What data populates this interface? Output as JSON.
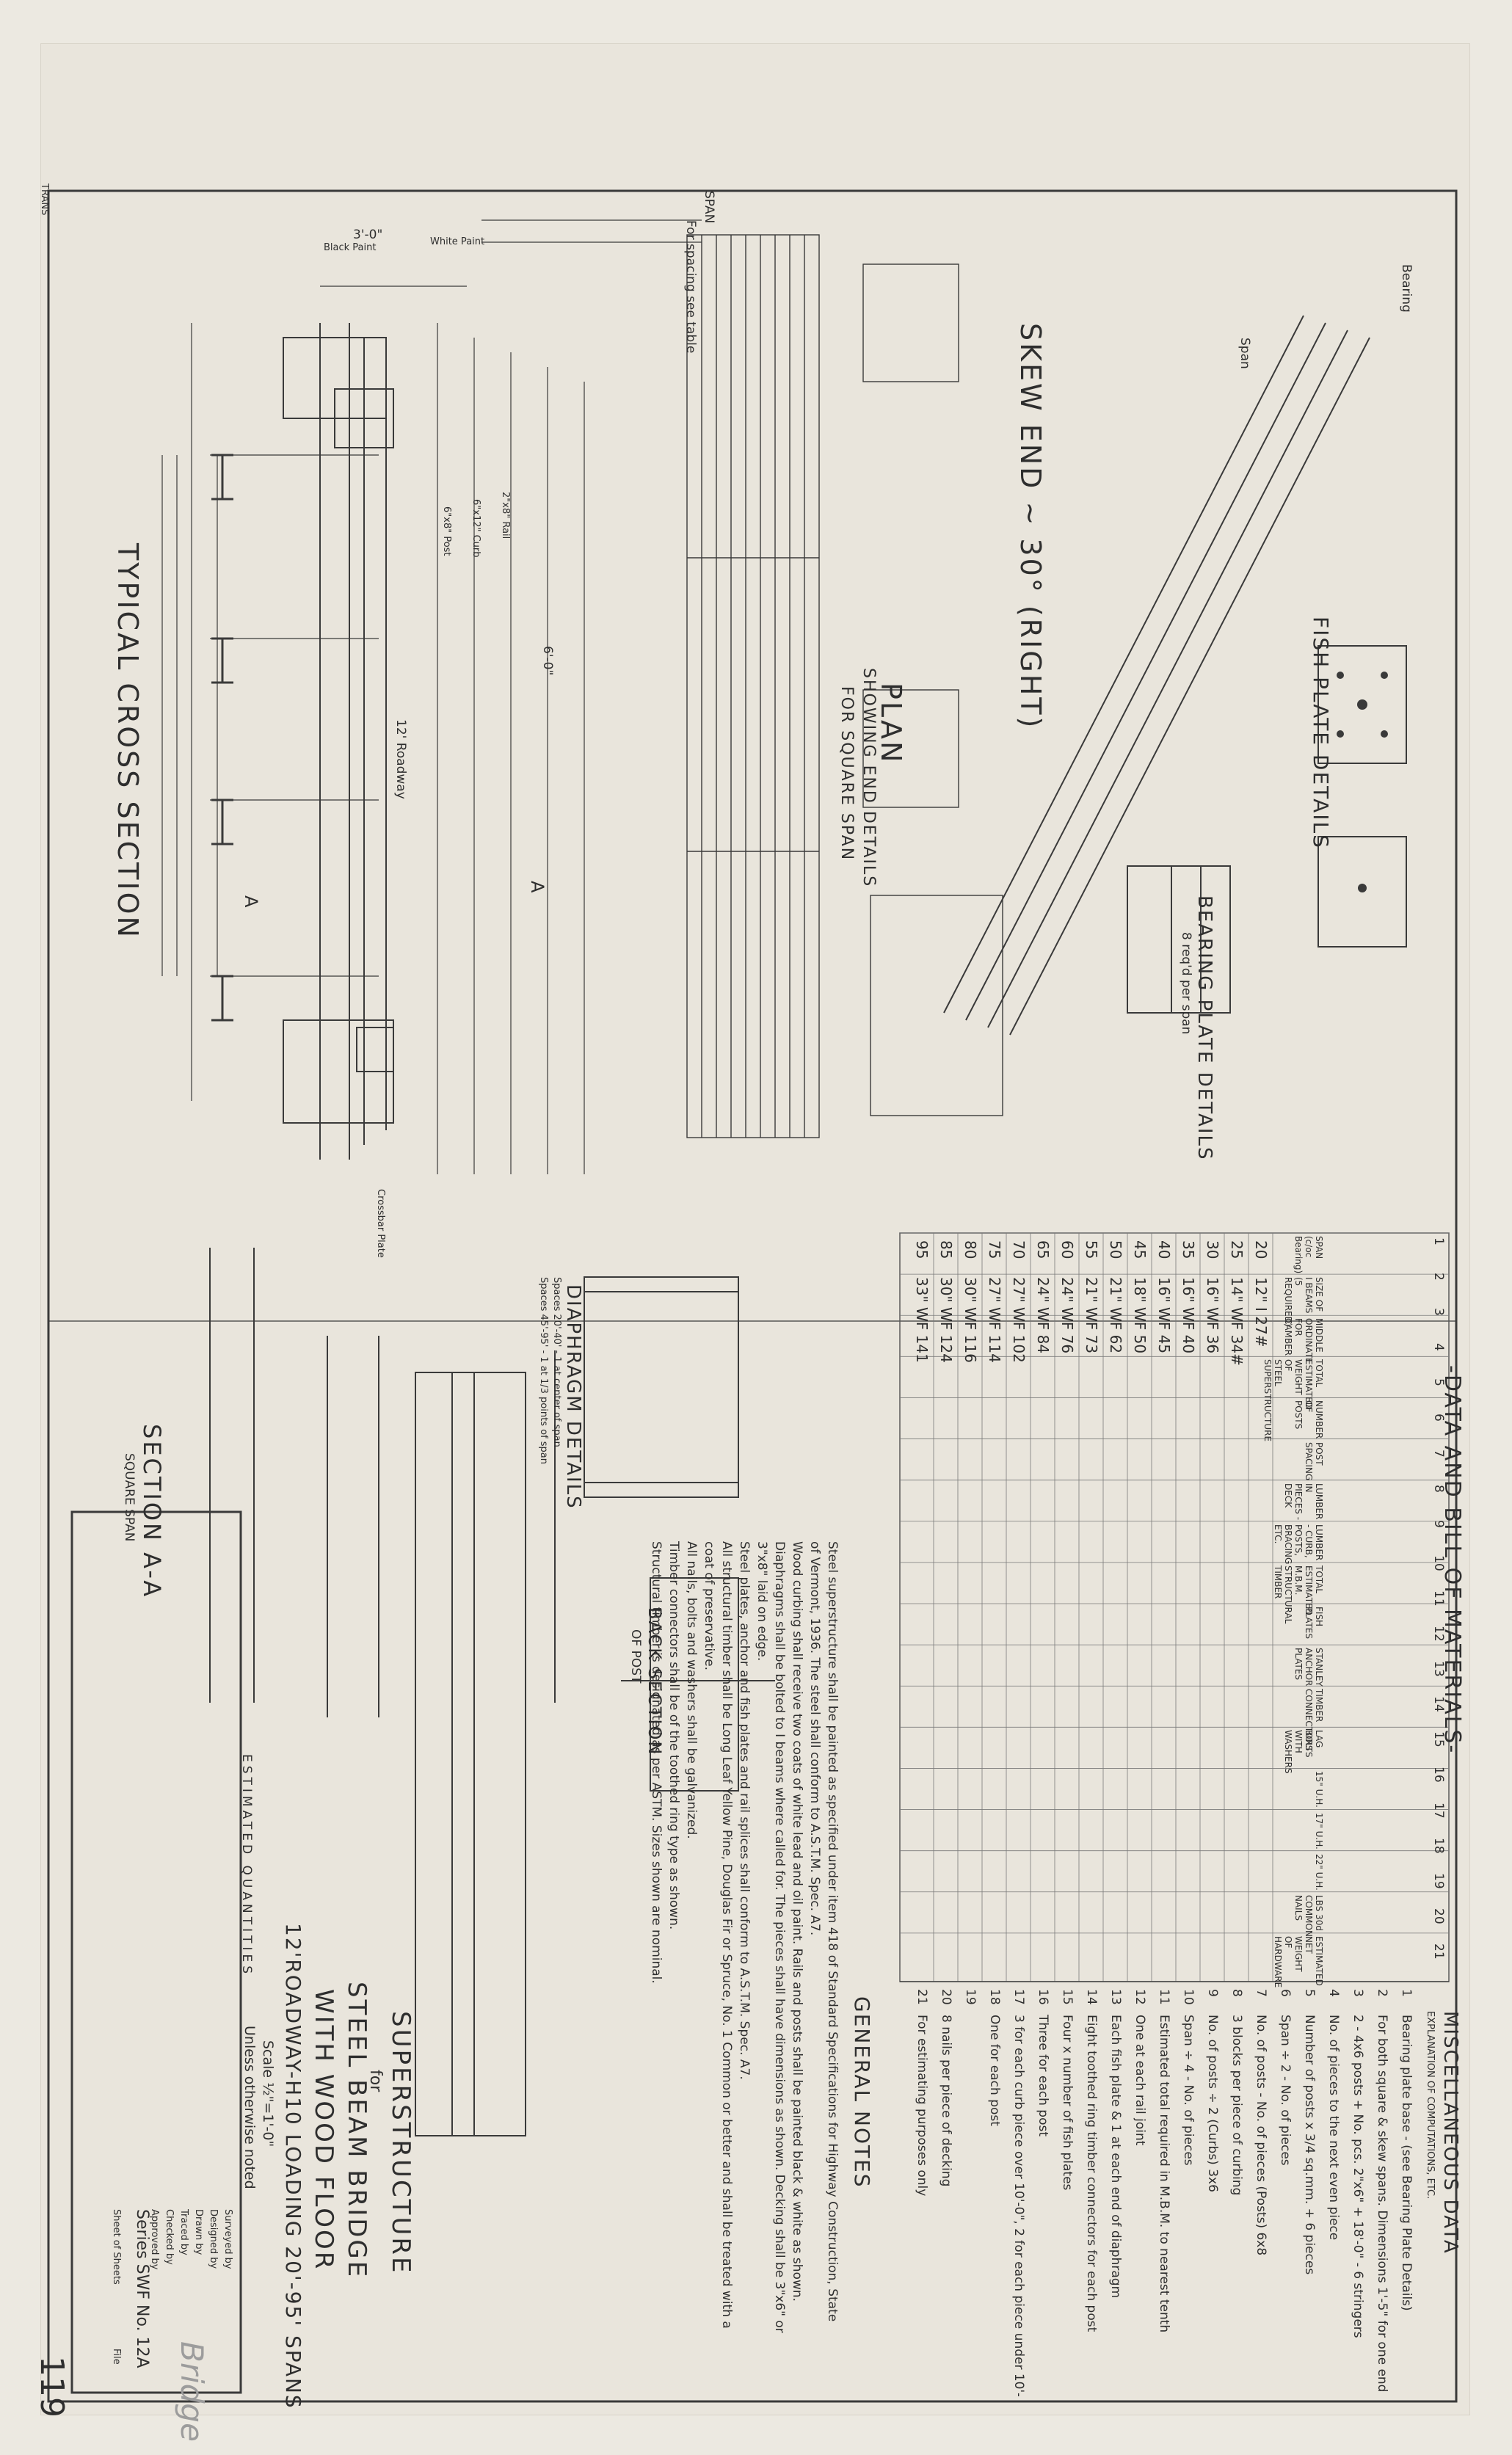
{
  "corner_mark": "TRANS",
  "plan": {
    "skew_title": "SKEW END ~ 30° (RIGHT)",
    "plan_title": "PLAN",
    "plan_sub1": "SHOWING END DETAILS",
    "plan_sub2": "FOR SQUARE SPAN",
    "span_label": "SPAN",
    "span_spacing": "For spacing see table",
    "bearing": "Bearing",
    "span_skew": "Span",
    "fish_plate_title": "FISH PLATE DETAILS",
    "bearing_plate_title": "BEARING PLATE DETAILS",
    "bearing_plate_sub": "8 req'd per span"
  },
  "cross_section": {
    "title": "TYPICAL CROSS SECTION",
    "roadway": "12' Roadway",
    "dim_3_0": "3'-0\"",
    "dim_6_0": "6'-0\"",
    "black_paint": "Black Paint",
    "white_paint": "White Paint",
    "section_a": "A",
    "rail_note": "2\"x8\" Rail",
    "curb_note": "6\"x12\" Curb",
    "post_note": "6\"x8\" Post"
  },
  "section_aa": {
    "title": "SECTION A-A",
    "sub": "SQUARE SPAN",
    "crossbar_note": "Crossbar Plate"
  },
  "diaphragm": {
    "title": "DIAPHRAGM DETAILS",
    "sub1": "Spaces 20'-40' - 1 at center of span",
    "sub2": "Spaces 45'-95' - 1 at 1/3 points of span"
  },
  "back_section": {
    "title": "BACK SECTION",
    "sub": "OF POST"
  },
  "materials": {
    "title": "-DATA AND BILL OF MATERIALS-",
    "col_numbers": [
      "1",
      "2",
      "3",
      "4",
      "5",
      "6",
      "7",
      "8",
      "9",
      "10",
      "11",
      "12",
      "13",
      "14",
      "15",
      "16",
      "17",
      "18",
      "19",
      "20",
      "21"
    ],
    "headers": [
      "SPAN (c/oc Bearing)",
      "SIZE OF I BEAMS (5 REQUIRED)",
      "MIDDLE ORDINATE FOR CAMBER",
      "TOTAL ESTIMATED WEIGHT OF STEEL SUPERSTRUCTURE",
      "NUMBER OF POSTS",
      "POST SPACING",
      "LUMBER IN PIECES - DECK",
      "LUMBER - CURB, POSTS, BRACING ETC.",
      "TOTAL ESTIMATED M.B.M. STRUCTURAL TIMBER",
      "FISH PLATES",
      "STANLEY ANCHOR PLATES",
      "TIMBER CONNECTORS",
      "LAG BOLTS WITH WASHERS",
      "15\" U.H.",
      "17\" U.H.",
      "22\" U.H.",
      "LBS 30d COMMON NAILS",
      "ESTIMATED NET WEIGHT OF HARDWARE"
    ],
    "spans": [
      "20",
      "25",
      "30",
      "35",
      "40",
      "45",
      "50",
      "55",
      "60",
      "65",
      "70",
      "75",
      "80",
      "85",
      "95"
    ],
    "beams": [
      "12\" I 27#",
      "14\" WF 34#",
      "16\" WF 36",
      "16\" WF 40",
      "16\" WF 45",
      "18\" WF 50",
      "21\" WF 62",
      "21\" WF 73",
      "24\" WF 76",
      "24\" WF 84",
      "27\" WF 102",
      "27\" WF 114",
      "30\" WF 116",
      "30\" WF 124",
      "33\" WF 141"
    ]
  },
  "misc": {
    "title": "MISCELLANEOUS DATA",
    "subtitle": "EXPLANATION OF COMPUTATIONS, ETC.",
    "rows": [
      {
        "n": "1",
        "text": "Bearing plate base - (see Bearing Plate Details)"
      },
      {
        "n": "2",
        "text": "For both square & skew spans. Dimensions 1'-5\" for one end only"
      },
      {
        "n": "3",
        "text": "2 - 4x6 posts + No. pcs. 2\"x6\" + 18'-0\" - 6 stringers"
      },
      {
        "n": "4",
        "text": "No. of pieces to the next even piece"
      },
      {
        "n": "5",
        "text": "Number of posts x 3/4 sq.mm. + 6 pieces"
      },
      {
        "n": "6",
        "text": "Span ÷ 2 - No. of pieces"
      },
      {
        "n": "7",
        "text": "No. of posts - No. of pieces (Posts) 6x8"
      },
      {
        "n": "8",
        "text": "3 blocks per piece of curbing"
      },
      {
        "n": "9",
        "text": "No. of posts ÷ 2 (Curbs) 3x6"
      },
      {
        "n": "10",
        "text": "Span ÷ 4 - No. of pieces"
      },
      {
        "n": "11",
        "text": "Estimated total required in M.B.M. to nearest tenth"
      },
      {
        "n": "12",
        "text": "One at each rail joint"
      },
      {
        "n": "13",
        "text": "Each fish plate & 1 at each end of diaphragm"
      },
      {
        "n": "14",
        "text": "Eight toothed ring timber connectors for each post"
      },
      {
        "n": "15",
        "text": "Four x number of fish plates"
      },
      {
        "n": "16",
        "text": "Three for each post"
      },
      {
        "n": "17",
        "text": "3 for each curb piece over 10'-0\", 2 for each piece under 10'-0\""
      },
      {
        "n": "18",
        "text": "One for each post"
      },
      {
        "n": "19",
        "text": ""
      },
      {
        "n": "20",
        "text": "8 nails per piece of decking"
      },
      {
        "n": "21",
        "text": "For estimating purposes only"
      }
    ]
  },
  "notes": {
    "title": "GENERAL NOTES",
    "paragraphs": [
      "Steel superstructure shall be painted as specified under item 418 of Standard Specifications for Highway Construction, State of Vermont, 1936. The steel shall conform to A.S.T.M. Spec. A7.",
      "Wood curbing shall receive two coats of white lead and oil paint. Rails and posts shall be painted black & white as shown.",
      "Diaphragms shall be bolted to I beams where called for. The pieces shall have dimensions as shown. Decking shall be 3\"x6\" or 3\"x8\" laid on edge.",
      "Steel plates, anchor and fish plates and rail splices shall conform to A.S.T.M. Spec. A7.",
      "All structural timber shall be Long Leaf Yellow Pine, Douglas Fir or Spruce, No. 1 Common or better and shall be treated with a coat of preservative.",
      "All nails, bolts and washers shall be galvanized.",
      "Timber connectors shall be of the toothed ring type as shown.",
      "Structural timber is designated as per ASTM. Sizes shown are nominal."
    ]
  },
  "title_block": {
    "estimated": "ESTIMATED QUANTITIES",
    "line1": "SUPERSTRUCTURE",
    "line2": "for",
    "line3": "STEEL BEAM BRIDGE",
    "line4": "WITH WOOD FLOOR",
    "line5": "12'ROADWAY-H10 LOADING 20'-95' SPANS",
    "scale": "Scale ½\"=1'-0\"",
    "unless": "Unless otherwise noted",
    "fields": [
      "Surveyed by",
      "Designed by",
      "Drawn by",
      "Traced by",
      "Checked by",
      "Approved by"
    ],
    "series": "Series SWF No. 12A",
    "sheet_of": "Sheet   of   Sheets",
    "file": "File",
    "pencil": "Bridge",
    "page_number": "119"
  }
}
